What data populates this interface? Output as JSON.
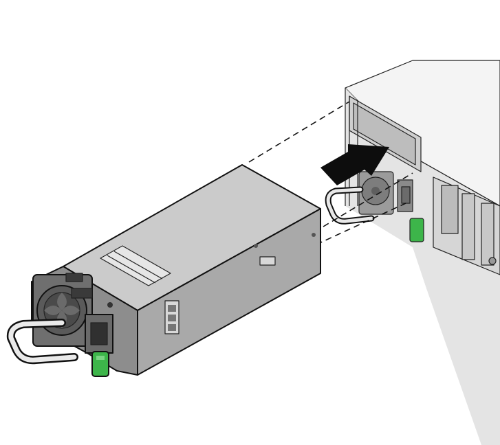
{
  "figure": {
    "components": {
      "power_supply": "power-supply-module",
      "server_chassis": "server-chassis-rear",
      "direction_arrow": "insert-arrow",
      "release_latch": "release-latch"
    },
    "colors": {
      "psu_top": "#c9c9c9",
      "psu_side": "#a6a6a6",
      "psu_front": "#8d8d8d",
      "chassis_top": "#f3f3f3",
      "chassis_face": "#dedede",
      "latch_green": "#3db54a",
      "outline": "#111111",
      "arrow": "#0d0d0d"
    },
    "direction": "insert-into-chassis"
  }
}
